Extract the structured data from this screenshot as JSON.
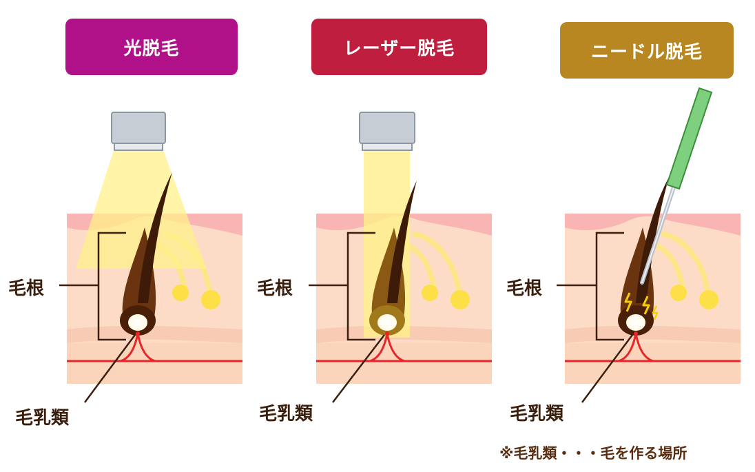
{
  "panels": [
    {
      "title": "光脱毛",
      "color": "#b01088",
      "label_root": "毛根",
      "label_papilla": "毛乳類"
    },
    {
      "title": "レーザー脱毛",
      "color": "#c01e3e",
      "label_root": "毛根",
      "label_papilla": "毛乳類"
    },
    {
      "title": "ニードル脱毛",
      "color": "#b98721",
      "label_root": "毛根",
      "label_papilla": "毛乳類"
    }
  ],
  "footnote": "※毛乳類・・・毛を作る場所",
  "colors": {
    "skin": "#fcdcc6",
    "skin_top": "#f9b4b4",
    "light_beam": "#fff08a",
    "device": "#c7cdd4",
    "blood_vessel": "#e8262a",
    "hair": "#3e1a08",
    "needle_grip": "#7ed07e"
  }
}
